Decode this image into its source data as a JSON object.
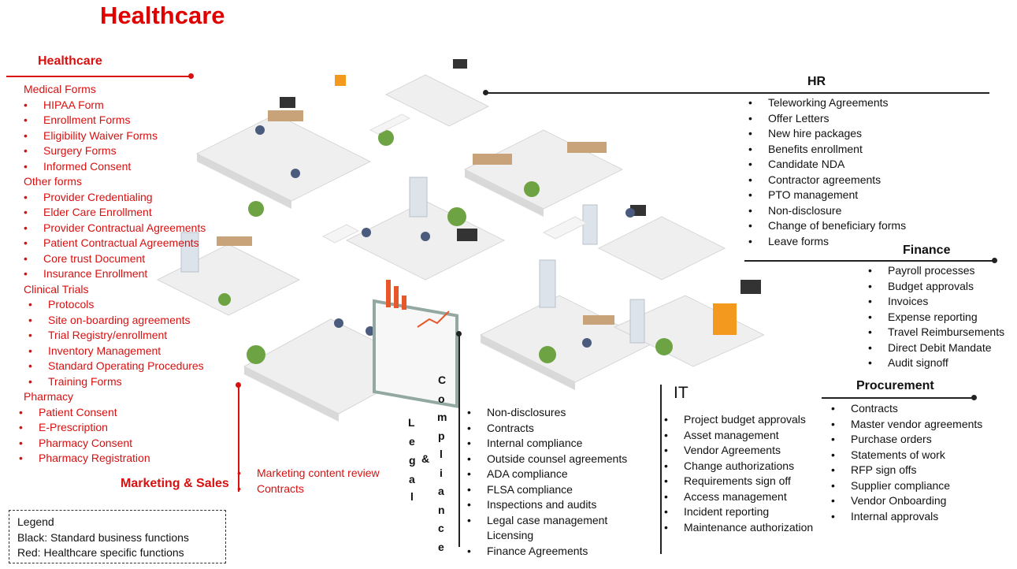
{
  "title": "Healthcare",
  "healthcare": {
    "header": "Healthcare",
    "groups": [
      {
        "label": "Medical Forms",
        "items": [
          "HIPAA Form",
          "Enrollment Forms",
          "Eligibility Waiver Forms",
          "Surgery Forms",
          "Informed Consent"
        ]
      },
      {
        "label": "Other forms",
        "items": [
          "Provider Credentialing",
          "Elder Care Enrollment",
          "Provider Contractual Agreements",
          "Patient Contractual Agreements",
          "Core trust Document",
          "Insurance Enrollment"
        ]
      },
      {
        "label": "Clinical Trials",
        "items": [
          "Protocols",
          "Site on-boarding agreements",
          "Trial Registry/enrollment",
          "Inventory Management",
          "Standard Operating Procedures",
          "Training Forms"
        ]
      },
      {
        "label": "Pharmacy",
        "items": [
          "Patient Consent",
          "E-Prescription",
          "Pharmacy Consent",
          "Pharmacy Registration"
        ]
      }
    ]
  },
  "marketing": {
    "header": "Marketing & Sales",
    "items": [
      "Marketing content review",
      "Contracts"
    ]
  },
  "legal": {
    "header_letters_left": [
      "L",
      "e",
      "g",
      "a",
      "l"
    ],
    "amp": "&",
    "header_letters_right": [
      "C",
      "o",
      "m",
      "p",
      "l",
      "i",
      "a",
      "n",
      "c",
      "e"
    ],
    "items": [
      "Non-disclosures",
      "Contracts",
      "Internal compliance",
      "Outside counsel agreements",
      "ADA compliance",
      "FLSA compliance",
      "Inspections and audits",
      "Legal case management",
      "Licensing",
      "Finance Agreements"
    ]
  },
  "it": {
    "header": "IT",
    "items": [
      "Project budget approvals",
      "Asset management",
      "Vendor Agreements",
      "Change authorizations",
      "Requirements sign off",
      "Access management",
      "Incident reporting",
      "Maintenance authorization"
    ]
  },
  "procurement": {
    "header": "Procurement",
    "items": [
      "Contracts",
      "Master vendor agreements",
      "Purchase orders",
      "Statements of work",
      "RFP sign offs",
      "Supplier compliance",
      "Vendor Onboarding",
      "Internal approvals"
    ]
  },
  "hr": {
    "header": "HR",
    "items": [
      "Teleworking Agreements",
      "Offer Letters",
      "New hire packages",
      "Benefits enrollment",
      "Candidate NDA",
      "Contractor agreements",
      "PTO management",
      "Non-disclosure",
      "Change of beneficiary forms",
      "Leave forms"
    ]
  },
  "finance": {
    "header": "Finance",
    "items": [
      "Payroll processes",
      "Budget approvals",
      "Invoices",
      "Expense reporting",
      "Travel Reimbursements",
      "Direct Debit Mandate",
      "Audit signoff"
    ]
  },
  "legend": {
    "title": "Legend",
    "black": "Black: Standard business functions",
    "red": "Red: Healthcare specific functions"
  },
  "colors": {
    "red": "#d81010",
    "title_red": "#e00000",
    "line": "#222222"
  }
}
